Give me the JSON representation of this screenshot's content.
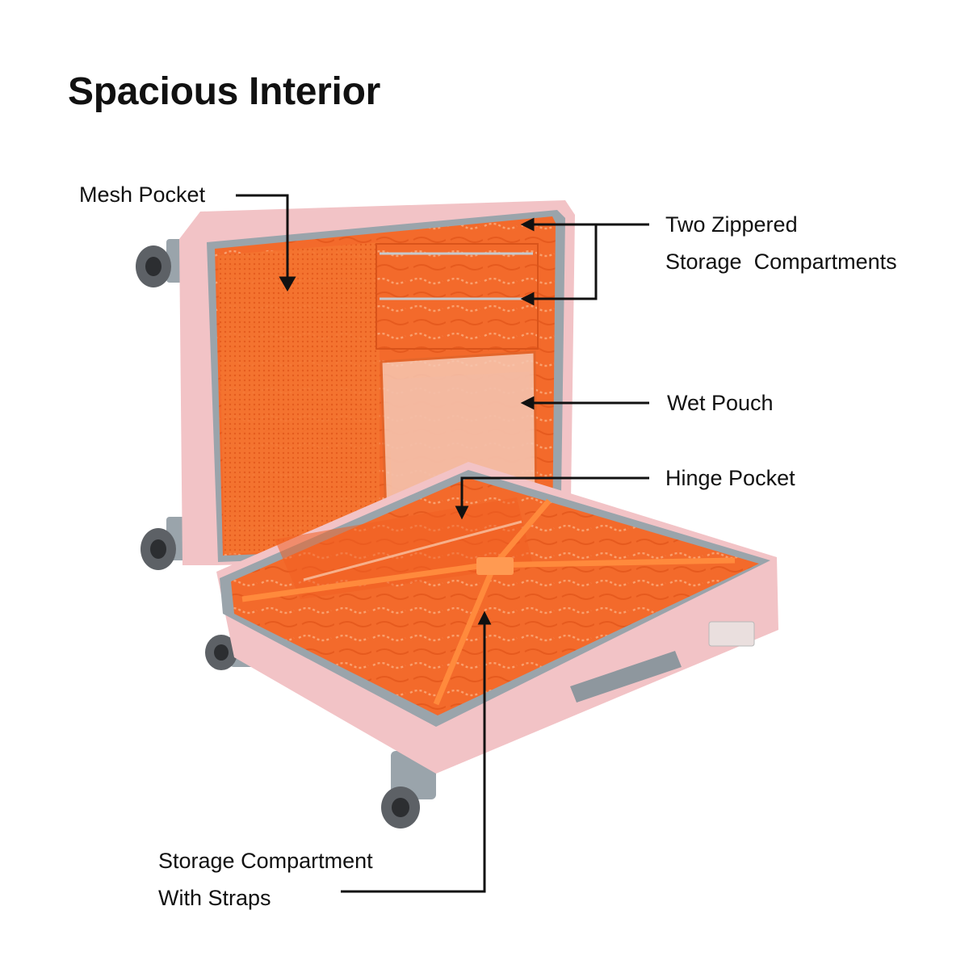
{
  "title": "Spacious Interior",
  "callouts": {
    "mesh_pocket": "Mesh Pocket",
    "two_zippered_line1": "Two Zippered",
    "two_zippered_line2": "Storage  Compartments",
    "wet_pouch": "Wet Pouch",
    "hinge_pocket": "Hinge Pocket",
    "storage_straps_line1": "Storage Compartment",
    "storage_straps_line2": "With Straps"
  },
  "product": {
    "shell_color": "#f2c3c6",
    "lining_color": "#f36a2b",
    "trim_color": "#9aa4ab",
    "wheel_color": "#5d6166"
  }
}
